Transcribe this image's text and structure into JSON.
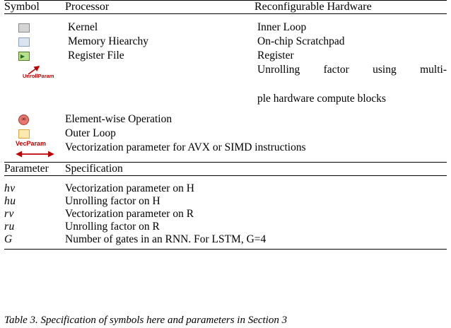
{
  "table": {
    "headers": {
      "symbol": "Symbol",
      "processor": "Processor",
      "hardware": "Reconfigurable Hardware"
    },
    "rows": [
      {
        "symbol_icon": "gray-square-icon",
        "processor": "Kernel",
        "hardware": "Inner Loop"
      },
      {
        "symbol_icon": "blue-square-icon",
        "processor": "Memory Hiearchy",
        "hardware": "On-chip Scratchpad"
      },
      {
        "symbol_icon": "green-square-play-icon",
        "processor": "Register File",
        "hardware": "Register"
      },
      {
        "symbol_icon": "unroll-param-arrow-icon",
        "symbol_label": "UnrollParam",
        "processor": "",
        "hardware_line1": "Unrolling factor using multi-",
        "hardware_line2": "ple hardware compute blocks"
      },
      {
        "symbol_icon": "red-circle-infinity-icon",
        "processor": "Element-wise Operation",
        "hardware": ""
      },
      {
        "symbol_icon": "orange-square-icon",
        "processor": "Outer Loop",
        "hardware": ""
      },
      {
        "symbol_icon": "vec-param-arrow-icon",
        "symbol_label": "VecParam",
        "processor": "Vectorization parameter for AVX or SIMD instructions",
        "hardware": ""
      }
    ],
    "section2": {
      "headers": {
        "parameter": "Parameter",
        "specification": "Specification"
      },
      "rows": [
        {
          "parameter": "hv",
          "specification": "Vectorization parameter on H"
        },
        {
          "parameter": "hu",
          "specification": "Unrolling factor on H"
        },
        {
          "parameter": "rv",
          "specification": "Vectorization parameter on R"
        },
        {
          "parameter": "ru",
          "specification": "Unrolling factor on R"
        },
        {
          "parameter": "G",
          "specification": "Number of gates in an RNN. For LSTM, G=4"
        }
      ]
    }
  },
  "caption": "Table 3. Specification of symbols here and parameters in Section 3",
  "colors": {
    "unroll_label": "#c00000",
    "vec_label": "#c00000",
    "gray_square": "#d4d4d4",
    "blue_square": "#dbe5f1",
    "green_square": "#b8e08a",
    "orange_square": "#fde9b0",
    "red_circle": "#e8786f"
  }
}
